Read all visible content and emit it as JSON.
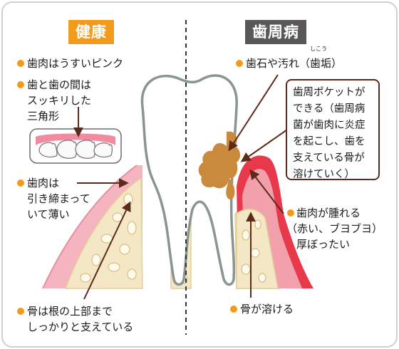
{
  "headers": {
    "left": {
      "text": "健康",
      "color": "#f29a1c"
    },
    "right": {
      "text": "歯周病",
      "color": "#5a5758"
    }
  },
  "healthy": {
    "gum_color": "ピンク",
    "labels": [
      {
        "lines": [
          "歯肉はうすいピンク"
        ]
      },
      {
        "lines": [
          "歯と歯の間は",
          "スッキリした",
          "三角形"
        ]
      },
      {
        "lines": [
          "歯肉は",
          "引き締まって",
          "いて薄い"
        ]
      },
      {
        "lines": [
          "骨は根の上部まで",
          "しっかりと支えている"
        ]
      }
    ]
  },
  "disease": {
    "tartar_label": "歯石や汚れ（歯垢）",
    "ruby": "しこう",
    "callout_lines": [
      "歯周ポケットが",
      "できる（歯周病",
      "菌が歯肉に炎症",
      "を起こし、歯を",
      "支えている骨が",
      "溶けていく）"
    ],
    "swollen_label": [
      "歯肉が腫れる",
      "（赤い、ブヨブヨ）",
      "厚ぼったい"
    ],
    "bone_label": [
      "骨が溶ける"
    ]
  },
  "colors": {
    "bullet": "#f29a1c",
    "arrow": "#5b2a1a",
    "healthy_gum": "#f4b4c0",
    "inflamed_gum": "#e8394b",
    "bone": "#f3e7c6",
    "tartar": "#c98a3b",
    "tooth_outline": "#8a9490"
  }
}
